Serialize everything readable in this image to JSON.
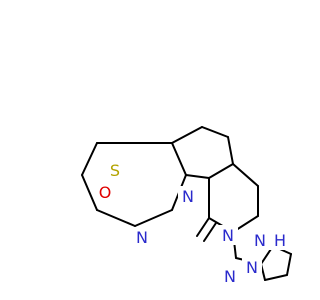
{
  "colors": {
    "carbon_bond": "#000000",
    "S": "#b3a300",
    "N": "#2a2acc",
    "O": "#e00000",
    "background": "#ffffff"
  },
  "atoms": {
    "S": "S",
    "N_pyr": "N",
    "N_ring": "N",
    "O": "O",
    "N_t1": "N",
    "N_t2": "N",
    "N_t3": "N",
    "N_t4H": "N",
    "H_t4": "H"
  }
}
